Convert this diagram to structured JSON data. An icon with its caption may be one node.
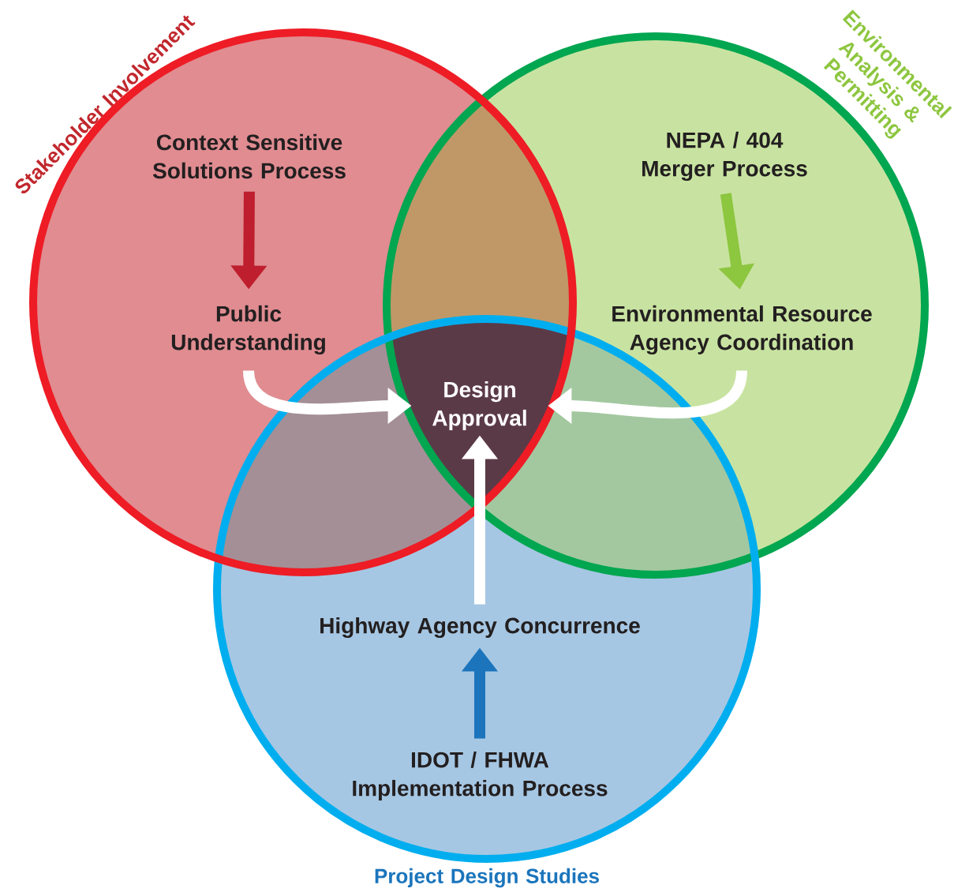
{
  "diagram": {
    "nodes": [
      {
        "text": [
          "Stakeholder Involvement"
        ]
      },
      {
        "text": [
          "Context Sensitive Solutions Process"
        ],
        "in": 0
      },
      {
        "text": [
          "Public Understanding"
        ],
        "in": 0
      },
      {
        "text": [
          "Environmental Analysis & Permitting"
        ]
      },
      {
        "text": [
          "NEPA / 404 Merger Process"
        ],
        "in": 3
      },
      {
        "text": [
          "Environmental Resource Agency Coordination"
        ],
        "in": 3
      },
      {
        "text": [
          "Project Design Studies"
        ]
      },
      {
        "text": [
          "Design Approval"
        ]
      },
      {
        "text": [
          "Highway Agency Concurrence"
        ],
        "in": 6
      },
      {
        "text": [
          "IDOT / FHWA Implementation Process"
        ],
        "in": 6
      }
    ],
    "edges": [
      {
        "from": 1,
        "to": 2,
        "arrow": "to",
        "color": "#be1e2d"
      },
      {
        "from": 2,
        "to": 7,
        "arrow": "to",
        "color": "#ffffff"
      },
      {
        "from": 4,
        "to": 5,
        "arrow": "to",
        "color": "#8dc63f"
      },
      {
        "from": 5,
        "to": 7,
        "arrow": "to",
        "color": "#ffffff"
      },
      {
        "from": 9,
        "to": 8,
        "arrow": "to",
        "color": "#1c75bc"
      },
      {
        "from": 8,
        "to": 7,
        "arrow": "to",
        "color": "#ffffff"
      }
    ]
  }
}
